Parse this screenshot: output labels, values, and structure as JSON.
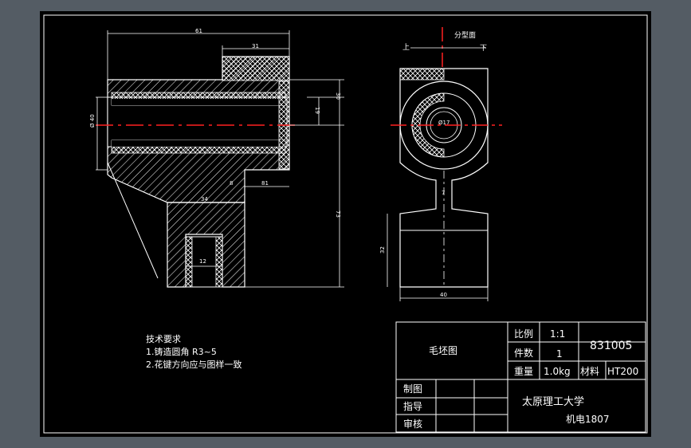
{
  "dims": {
    "d61": "61",
    "d31": "31",
    "d30": "30",
    "d19": "19",
    "d40": "Ø 40",
    "d34": "34",
    "d8": "8",
    "d81": "81",
    "d73": "73",
    "d12": "12",
    "d17": "Ø17",
    "d7": "7",
    "d32": "32",
    "d40w": "40"
  },
  "parting": {
    "title": "分型面",
    "up": "上",
    "down": "下"
  },
  "notes": {
    "title": "技术要求",
    "line1": "1.铸造圆角 R3~5",
    "line2": "2.花键方向应与图样一致"
  },
  "titleblock": {
    "drawing_name": "毛坯图",
    "scale_label": "比例",
    "scale_value": "1:1",
    "qty_label": "件数",
    "qty_value": "1",
    "drawing_no": "831005",
    "weight_label": "重量",
    "weight_value": "1.0kg",
    "material_label": "材料",
    "material_value": "HT200",
    "drawn_label": "制图",
    "guide_label": "指导",
    "review_label": "审核",
    "school": "太原理工大学",
    "class": "机电1807"
  }
}
